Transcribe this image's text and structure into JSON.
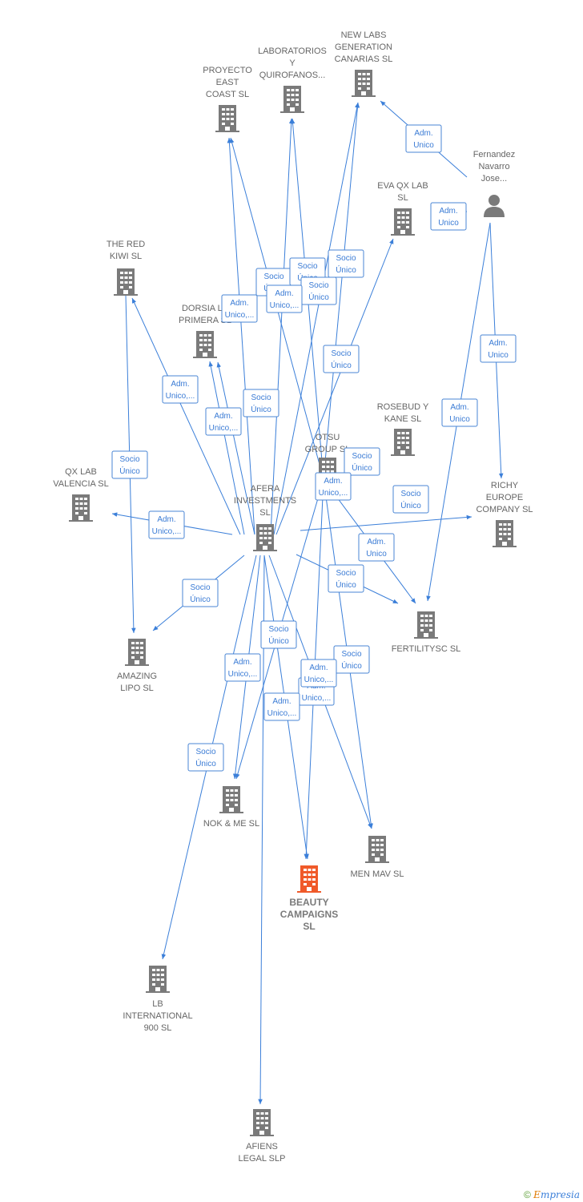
{
  "colors": {
    "edge": "#3b7fd9",
    "building": "#7a7a7a",
    "highlight": "#f05a2a",
    "person": "#7a7a7a"
  },
  "nodes": [
    {
      "id": "new_labs",
      "type": "company",
      "lines": [
        "NEW LABS",
        "GENERATION",
        "CANARIAS  SL"
      ],
      "label_pos": "above"
    },
    {
      "id": "laboratorios",
      "type": "company",
      "lines": [
        "LABORATORIOS",
        "Y",
        "QUIROFANOS..."
      ],
      "label_pos": "above"
    },
    {
      "id": "proyecto",
      "type": "company",
      "lines": [
        "PROYECTO",
        "EAST",
        "COAST SL"
      ],
      "label_pos": "above"
    },
    {
      "id": "fernandez",
      "type": "person",
      "lines": [
        "Fernandez",
        "Navarro",
        "Jose..."
      ],
      "label_pos": "above"
    },
    {
      "id": "eva_qx",
      "type": "company",
      "lines": [
        "EVA QX LAB",
        "SL"
      ],
      "label_pos": "above"
    },
    {
      "id": "red_kiwi",
      "type": "company",
      "lines": [
        "THE RED",
        "KIWI  SL"
      ],
      "label_pos": "above"
    },
    {
      "id": "dorsia",
      "type": "company",
      "lines": [
        "DORSIA LA",
        "PRIMERA SL"
      ],
      "label_pos": "above"
    },
    {
      "id": "rosebud",
      "type": "company",
      "lines": [
        "ROSEBUD Y",
        "KANE  SL"
      ],
      "label_pos": "above"
    },
    {
      "id": "otsu",
      "type": "company",
      "lines": [
        "OTSU",
        "GROUP SL"
      ],
      "label_pos": "above"
    },
    {
      "id": "qx_valencia",
      "type": "company",
      "lines": [
        "QX LAB",
        "VALENCIA  SL"
      ],
      "label_pos": "above"
    },
    {
      "id": "afera",
      "type": "company",
      "lines": [
        "AFERA",
        "INVESTMENTS",
        "SL"
      ],
      "label_pos": "above"
    },
    {
      "id": "richy",
      "type": "company",
      "lines": [
        "RICHY",
        "EUROPE",
        "COMPANY  SL"
      ],
      "label_pos": "above"
    },
    {
      "id": "fertilitysc",
      "type": "company",
      "lines": [
        "FERTILITYSC SL"
      ],
      "label_pos": "below"
    },
    {
      "id": "amazing",
      "type": "company",
      "lines": [
        "AMAZING",
        "LIPO  SL"
      ],
      "label_pos": "below"
    },
    {
      "id": "nok_me",
      "type": "company",
      "lines": [
        "NOK & ME SL"
      ],
      "label_pos": "below"
    },
    {
      "id": "men_mav",
      "type": "company",
      "lines": [
        "MEN MAV  SL"
      ],
      "label_pos": "below"
    },
    {
      "id": "beauty",
      "type": "company",
      "lines": [
        "BEAUTY",
        "CAMPAIGNS",
        "SL"
      ],
      "label_pos": "below",
      "highlight": true
    },
    {
      "id": "lb_intl",
      "type": "company",
      "lines": [
        "LB",
        "INTERNATIONAL",
        "900  SL"
      ],
      "label_pos": "below"
    },
    {
      "id": "afiens",
      "type": "company",
      "lines": [
        "AFIENS",
        "LEGAL  SLP"
      ],
      "label_pos": "below"
    }
  ],
  "relations": [
    {
      "lines": [
        "Adm.",
        "Unico"
      ]
    },
    {
      "lines": [
        "Adm.",
        "Unico"
      ]
    },
    {
      "lines": [
        "Socio",
        "Único"
      ]
    },
    {
      "lines": [
        "Socio",
        "Único"
      ]
    },
    {
      "lines": [
        "Socio",
        "Único"
      ]
    },
    {
      "lines": [
        "Socio",
        "Único"
      ]
    },
    {
      "lines": [
        "Adm.",
        "Unico,..."
      ]
    },
    {
      "lines": [
        "Adm.",
        "Unico,..."
      ]
    },
    {
      "lines": [
        "Socio",
        "Único"
      ]
    },
    {
      "lines": [
        "Adm.",
        "Unico"
      ]
    },
    {
      "lines": [
        "Adm.",
        "Unico,..."
      ]
    },
    {
      "lines": [
        "Socio",
        "Único"
      ]
    },
    {
      "lines": [
        "Adm.",
        "Unico,..."
      ]
    },
    {
      "lines": [
        "Adm.",
        "Unico"
      ]
    },
    {
      "lines": [
        "Socio",
        "Único"
      ]
    },
    {
      "lines": [
        "Socio",
        "Único"
      ]
    },
    {
      "lines": [
        "Adm.",
        "Unico,..."
      ]
    },
    {
      "lines": [
        "Socio",
        "Único"
      ]
    },
    {
      "lines": [
        "Adm.",
        "Unico,..."
      ]
    },
    {
      "lines": [
        "Adm.",
        "Unico"
      ]
    },
    {
      "lines": [
        "Socio",
        "Único"
      ]
    },
    {
      "lines": [
        "Socio",
        "Único"
      ]
    },
    {
      "lines": [
        "Socio",
        "Único"
      ]
    },
    {
      "lines": [
        "Adm.",
        "Unico,..."
      ]
    },
    {
      "lines": [
        "Adm.",
        "Unico,..."
      ]
    },
    {
      "lines": [
        "Socio",
        "Único"
      ]
    },
    {
      "lines": [
        "Adm.",
        "Unico,..."
      ]
    },
    {
      "lines": [
        "Adm.",
        "Unico,..."
      ]
    },
    {
      "lines": [
        "Socio",
        "Único"
      ]
    }
  ],
  "footer": {
    "copyright": "©",
    "brand_initial": "E",
    "brand_rest": "mpresia"
  }
}
